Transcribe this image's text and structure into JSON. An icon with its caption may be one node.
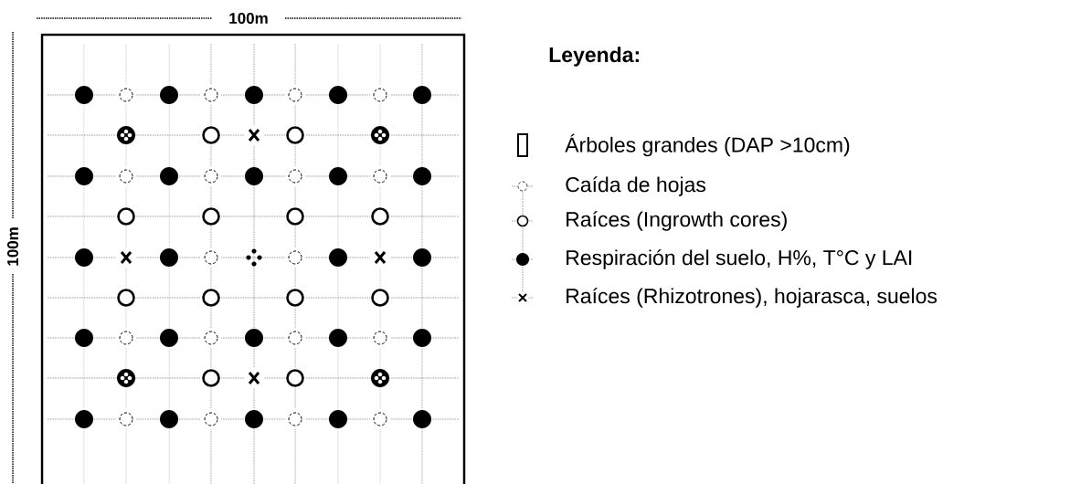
{
  "diagram": {
    "labels": [
      "100m",
      "100m",
      "Leyenda:"
    ],
    "legend": [
      {
        "text": "Árboles grandes (DAP >10cm)"
      },
      {
        "text": "Caída de hojas"
      },
      {
        "text": "Raíces (Ingrowth cores)"
      },
      {
        "text": "Respiración del suelo, H%, T°C y LAI"
      },
      {
        "text": "Raíces (Rhizotrones), hojarasca, suelos"
      }
    ]
  }
}
